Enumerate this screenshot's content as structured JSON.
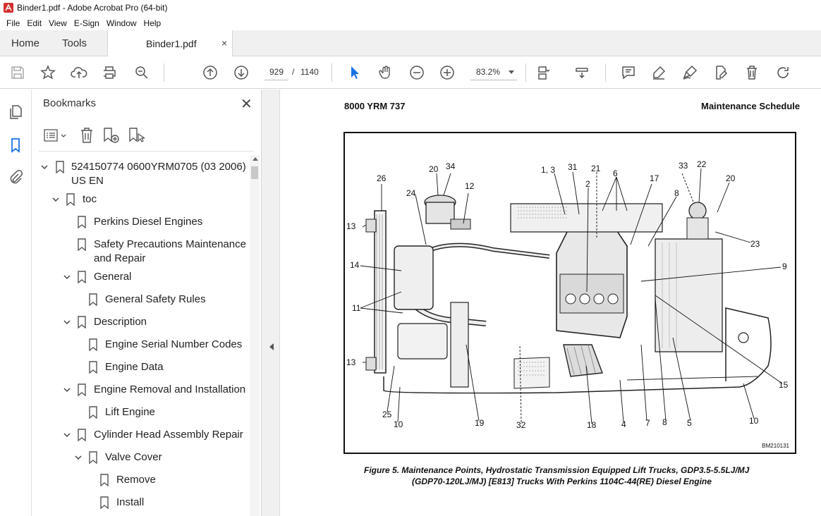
{
  "window": {
    "title": "Binder1.pdf - Adobe Acrobat Pro (64-bit)",
    "accent": "#d32f2f"
  },
  "menu": [
    "File",
    "Edit",
    "View",
    "E-Sign",
    "Window",
    "Help"
  ],
  "tabs": {
    "home": "Home",
    "tools": "Tools",
    "document": "Binder1.pdf",
    "close": "×"
  },
  "toolbar": {
    "page_current": "929",
    "page_sep": "/",
    "page_total": "1140",
    "zoom": "83.2%",
    "icons": [
      "save-icon",
      "bookmark-star-icon",
      "upload-icon",
      "print-icon",
      "find-icon",
      "page-up-icon",
      "page-down-icon",
      "select-cursor-icon",
      "hand-icon",
      "zoom-out-icon",
      "zoom-in-icon",
      "fit-page-icon",
      "scroll-mode-icon",
      "comment-icon",
      "highlight-icon",
      "sign-icon",
      "edit-pdf-icon",
      "delete-icon",
      "redo-icon"
    ]
  },
  "bookmarks": {
    "title": "Bookmarks",
    "close": "✕",
    "items": [
      {
        "label": "524150774 0600YRM0705 (03 2006)",
        "label2": "US EN",
        "depth": 0,
        "expanded": true
      },
      {
        "label": "toc",
        "depth": 1,
        "expanded": true
      },
      {
        "label": "Perkins Diesel Engines",
        "depth": 2,
        "leaf": true
      },
      {
        "label": "Safety Precautions Maintenance",
        "label2": "and Repair",
        "depth": 2,
        "leaf": true
      },
      {
        "label": "General",
        "depth": 2,
        "expanded": true
      },
      {
        "label": "General Safety Rules",
        "depth": 3,
        "leaf": true
      },
      {
        "label": "Description",
        "depth": 2,
        "expanded": true
      },
      {
        "label": "Engine Serial Number Codes",
        "depth": 3,
        "leaf": true
      },
      {
        "label": "Engine Data",
        "depth": 3,
        "leaf": true
      },
      {
        "label": "Engine Removal and Installation",
        "depth": 2,
        "expanded": true
      },
      {
        "label": "Lift Engine",
        "depth": 3,
        "leaf": true
      },
      {
        "label": "Cylinder Head Assembly Repair",
        "depth": 2,
        "expanded": true
      },
      {
        "label": "Valve Cover",
        "depth": 3,
        "expanded": true
      },
      {
        "label": "Remove",
        "depth": 4,
        "leaf": true
      },
      {
        "label": "Install",
        "depth": 4,
        "leaf": true
      }
    ]
  },
  "document": {
    "header_left": "8000 YRM 737",
    "header_right": "Maintenance Schedule",
    "figure_id": "BM210131",
    "caption_line1": "Figure 5.  Maintenance Points, Hydrostatic Transmission Equipped Lift Trucks, GDP3.5-5.5LJ/MJ",
    "caption_line2": "(GDP70-120LJ/MJ) [E813] Trucks With Perkins 1104C-44(RE) Diesel Engine",
    "callouts": [
      "20",
      "34",
      "26",
      "24",
      "12",
      "1, 3",
      "31",
      "21",
      "6",
      "33",
      "22",
      "20",
      "17",
      "2",
      "8",
      "23",
      "13",
      "14",
      "9",
      "11",
      "13",
      "15",
      "25",
      "10",
      "19",
      "32",
      "18",
      "4",
      "7",
      "8",
      "5",
      "10"
    ]
  }
}
